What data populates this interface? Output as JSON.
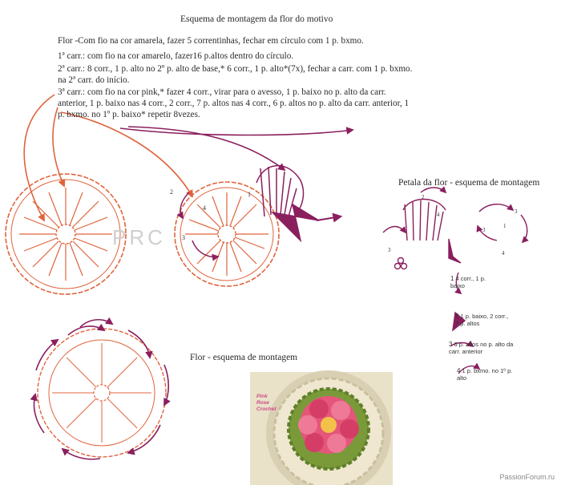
{
  "title": "Esquema de montagem da flor do motivo",
  "instructions": {
    "line1": "Flor -Com fio na cor amarela, fazer 5 correntinhas, fechar em círculo com 1 p. bxmo.",
    "line2": "1ª carr.: com fio na cor amarelo, fazer16 p.altos dentro do círculo.",
    "line3": "2ª carr.:  8 corr., 1 p. alto no 2º p. alto de base,* 6 corr., 1 p. alto*(7x), fechar a carr. com 1 p. bxmo.",
    "line4": "na 2ª carr. do início.",
    "line5": "3ª carr.: com fio na cor pink,* fazer 4 corr., virar para o avesso, 1 p. baixo no p. alto da carr.",
    "line6": "anterior, 1 p. baixo nas 4 corr., 2 corr., 7 p. altos nas 4 corr., 6 p. altos no p. alto da carr. anterior, 1",
    "line7": "p. bxmo. no 1º p. baixo* repetir 8vezes."
  },
  "petal_title": "Petala da flor - esquema de montagem",
  "flower_title": "Flor - esquema de montagem",
  "watermark": "PRC",
  "photo_caption": {
    "line1": "Pink",
    "line2": "Rose",
    "line3": "Crochet"
  },
  "petal_legend": {
    "s1_num": "1",
    "s1_text": "4 corr., 1 p. baixo",
    "s2_num": "2",
    "s2_text": "1 p. baixo, 2 corr., 7 p. altos",
    "s3_num": "3",
    "s3_text": "6 p. altos no p. alto da carr. anterior",
    "s4_num": "4",
    "s4_text": "1 p. bxmo. no 1º p. alto"
  },
  "step_labels": {
    "a": "2",
    "b": "3",
    "c": "4",
    "d": "1",
    "e": "2",
    "f": "3",
    "g": "4",
    "h": "3",
    "i": "1",
    "j": "3",
    "k": "4"
  },
  "site": "PassionForum.ru",
  "colors": {
    "chart_orange": "#e0643c",
    "chart_purple": "#8a1f5e",
    "text": "#2a2a2a",
    "photo_bg": "#e9e2c9",
    "photo_pink": "#e4567a",
    "photo_green": "#7a9a3a",
    "photo_cream": "#efe7cf"
  }
}
